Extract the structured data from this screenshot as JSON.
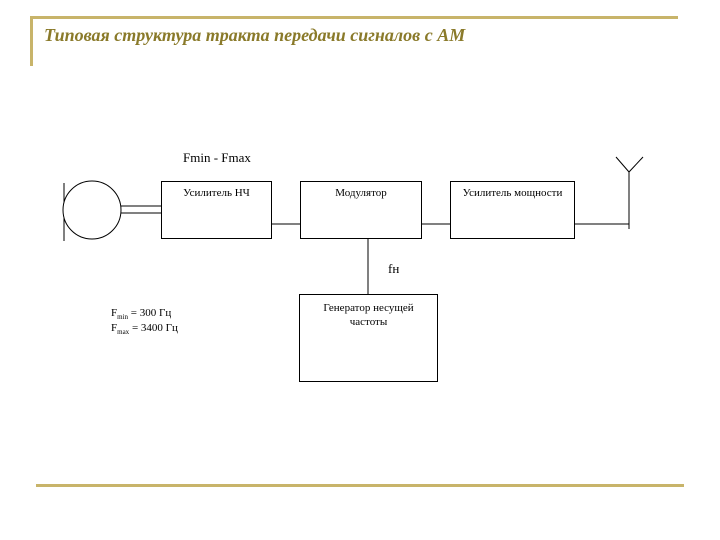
{
  "slide": {
    "title": "Типовая структура тракта передачи сигналов с АМ"
  },
  "blocks": {
    "lf_amplifier": "Усилитель НЧ",
    "modulator": "Модулятор",
    "power_amplifier": "Усилитель мощности",
    "carrier_generator": "Генератор несущей частоты"
  },
  "labels": {
    "frequency_range": "Fmin - Fmax",
    "carrier_frequency": "fн"
  },
  "specs": {
    "fmin": {
      "symbol": "F",
      "sub": "min",
      "value": " = 300 Гц"
    },
    "fmax": {
      "symbol": "F",
      "sub": "max",
      "value": " = 3400 Гц"
    }
  },
  "colors": {
    "accent": "#c8b46a",
    "title": "#8a7a2a"
  },
  "icons": {
    "source": "microphone-icon",
    "output": "antenna-icon"
  }
}
